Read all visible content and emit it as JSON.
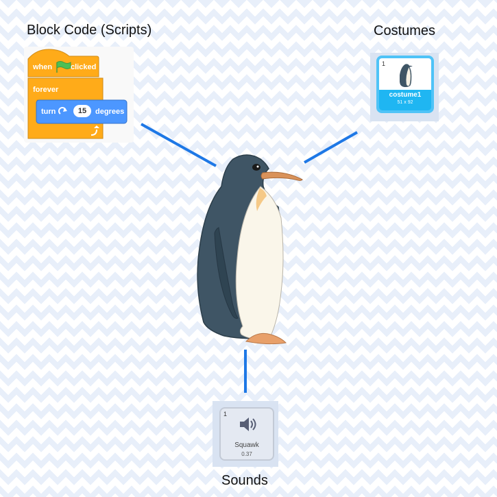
{
  "labels": {
    "block_code": "Block Code (Scripts)",
    "costumes": "Costumes",
    "sounds": "Sounds"
  },
  "scripts": {
    "hat_when": "when",
    "hat_clicked": "clicked",
    "forever": "forever",
    "turn": "turn",
    "turn_value": "15",
    "degrees": "degrees",
    "icons": [
      "green-flag-icon",
      "rotate-right-icon",
      "loop-arrow-icon"
    ]
  },
  "costume": {
    "index": "1",
    "name": "costume1",
    "size": "51 x 92"
  },
  "sound": {
    "index": "1",
    "name": "Squawk",
    "duration": "0.37",
    "icon": "speaker-icon"
  },
  "colors": {
    "connector": "#1e78e6",
    "control_block": "#ffab19",
    "motion_block": "#4c97ff",
    "selected_costume": "#1fb6f2"
  }
}
